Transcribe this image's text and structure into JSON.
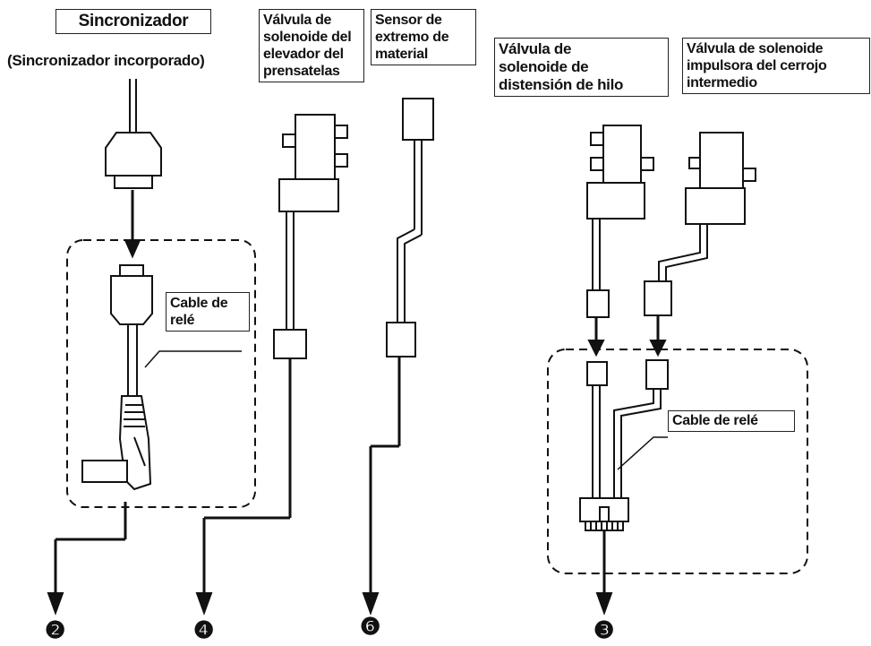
{
  "labels": {
    "sincronizador": "Sincronizador",
    "sincronizador_incorporado": "(Sincronizador incorporado)",
    "valvula_elevador": "Válvula de\nsolenoide del\nelevador del\nprensatelas",
    "sensor_extremo": "Sensor de\nextremo de\nmaterial",
    "valvula_distension": "Válvula de\nsolenoide de\ndistensión de hilo",
    "valvula_cerrojo": "Válvula de solenoide\nimpulsora del cerrojo\nintermedio",
    "cable_rele_left": "Cable de\nrelé",
    "cable_rele_right": "Cable de relé"
  },
  "connectors": {
    "n2": "❷",
    "n4": "❹",
    "n6": "❻",
    "n3": "❸"
  },
  "colors": {
    "line": "#111111",
    "background": "#ffffff"
  }
}
